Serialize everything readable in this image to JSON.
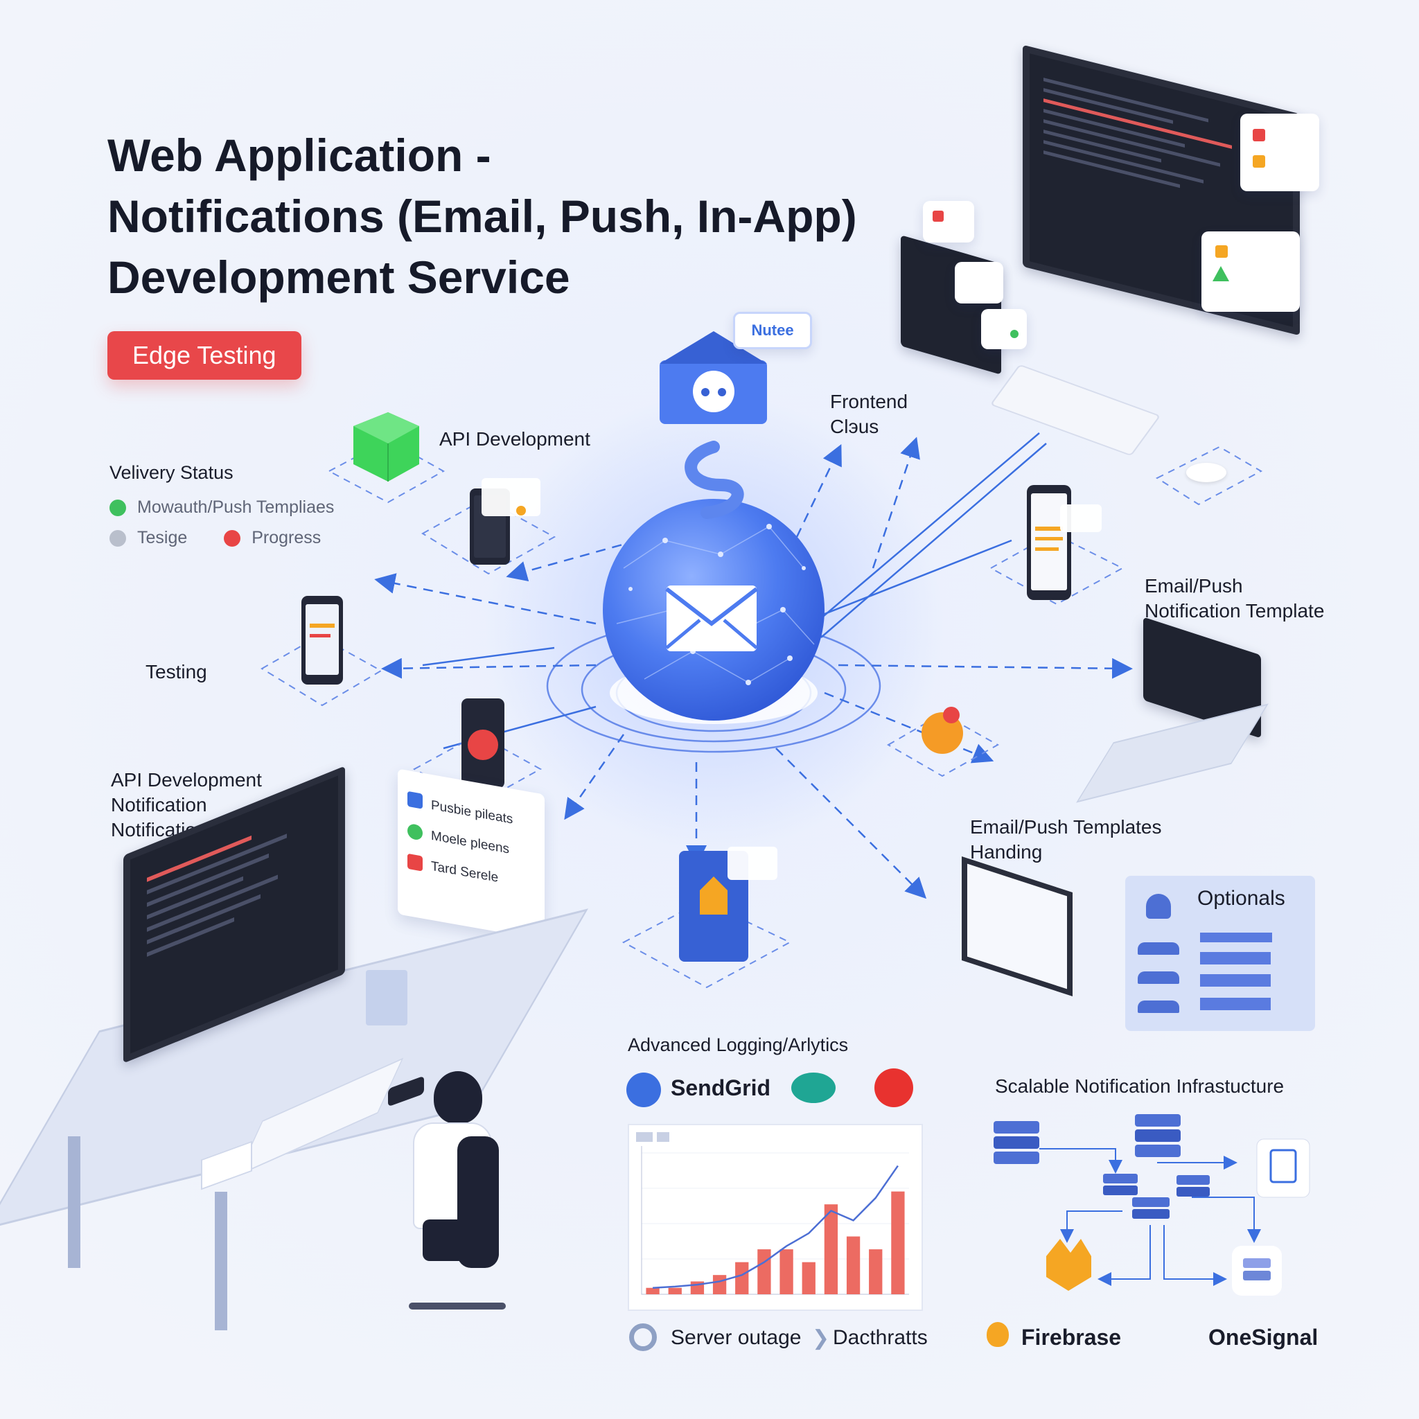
{
  "title": {
    "line1": "Web Application -",
    "line2": "Notifications (Email, Push, In-App)",
    "line3": "Development Service"
  },
  "badge": "Edge Testing",
  "delivery_status": {
    "heading": "Velivery Status",
    "items": [
      {
        "label": "Mowauth/Push Templiaes",
        "color": "#3fc05e"
      },
      {
        "label": "Tesige",
        "color": "#b9bfcc"
      },
      {
        "label": "Progress",
        "color": "#e84545"
      }
    ]
  },
  "labels": {
    "api_development": "API Development",
    "testing": "Testing",
    "api_dev_notifications_1": "API Development",
    "api_dev_notifications_2": "Notification",
    "api_dev_notifications_3": "Notifications)",
    "frontend_1": "Frontend",
    "frontend_2": "Clэus",
    "email_push_template_1": "Email/Push",
    "email_push_template_2": "Notification Template",
    "email_push_handing_1": "Email/Push Templates",
    "email_push_handing_2": "Handing",
    "optionals": "Optionals",
    "note_bubble": "Nutee",
    "logging": "Advanced Logging/Arlytics",
    "infrastructure": "Scalable Notification Infrastucture"
  },
  "popup_card": {
    "items": [
      "Pusbie pileats",
      "Moele pleens",
      "Tard Serele"
    ]
  },
  "brands": {
    "sendgrid": "SendGrid",
    "server_outage": "Server outage",
    "dashboards": "Dacthratts",
    "firebase": "Firebrase",
    "onesignal": "OneSignal"
  },
  "chart_data": {
    "type": "bar",
    "title": "",
    "values": [
      1,
      1,
      2,
      3,
      5,
      7,
      7,
      5,
      14,
      9,
      7,
      16
    ],
    "line_values": [
      1,
      1.2,
      1.5,
      2,
      3,
      5,
      7.5,
      9.5,
      13,
      11.5,
      15,
      20
    ],
    "ylim": [
      0,
      22
    ],
    "grid": true
  },
  "colors": {
    "accent": "#3b6fe0",
    "badge": "#e8474a",
    "bars": "#ec6b62",
    "dark_screen": "#1f2330"
  }
}
